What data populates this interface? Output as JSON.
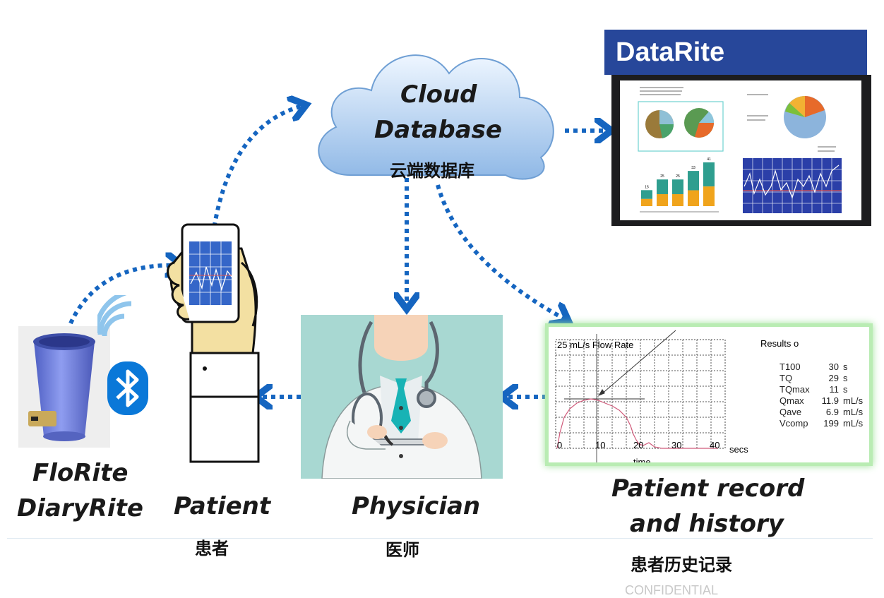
{
  "cloud": {
    "title_line1": "Cloud",
    "title_line2": "Database",
    "subtitle_cn": "云端数据库"
  },
  "brand": {
    "name": "DataRite"
  },
  "nodes": {
    "device": {
      "line1": "FloRite",
      "line2": "DiaryRite"
    },
    "patient": {
      "label": "Patient",
      "label_cn": "患者"
    },
    "physician": {
      "label": "Physician",
      "label_cn": "医师"
    },
    "record": {
      "line1": "Patient record",
      "line2": "and history",
      "label_cn": "患者历史记录"
    }
  },
  "dashboard": {
    "bar_values": [
      15,
      25,
      25,
      33,
      41
    ]
  },
  "flow_chart": {
    "rate_label": "25 mL/s Flow Rate",
    "x_axis_label": "time",
    "x_unit": "secs",
    "x_ticks": [
      "0",
      "10",
      "20",
      "30",
      "40"
    ],
    "results_title": "Results o",
    "results": [
      {
        "name": "T100",
        "value": "30",
        "unit": "s"
      },
      {
        "name": "TQ",
        "value": "29",
        "unit": "s"
      },
      {
        "name": "TQmax",
        "value": "11",
        "unit": "s"
      },
      {
        "name": "Qmax",
        "value": "11.9",
        "unit": "mL/s"
      },
      {
        "name": "Qave",
        "value": "6.9",
        "unit": "mL/s"
      },
      {
        "name": "Vcomp",
        "value": "199",
        "unit": "mL/s"
      }
    ]
  },
  "footer": {
    "text": "CONFIDENTIAL"
  },
  "colors": {
    "arrow": "#1565c0",
    "brand": "#27479a",
    "cloud": "#b8d4ef",
    "bluetooth": "#0a78d8",
    "cup": "#6f7fd6"
  }
}
